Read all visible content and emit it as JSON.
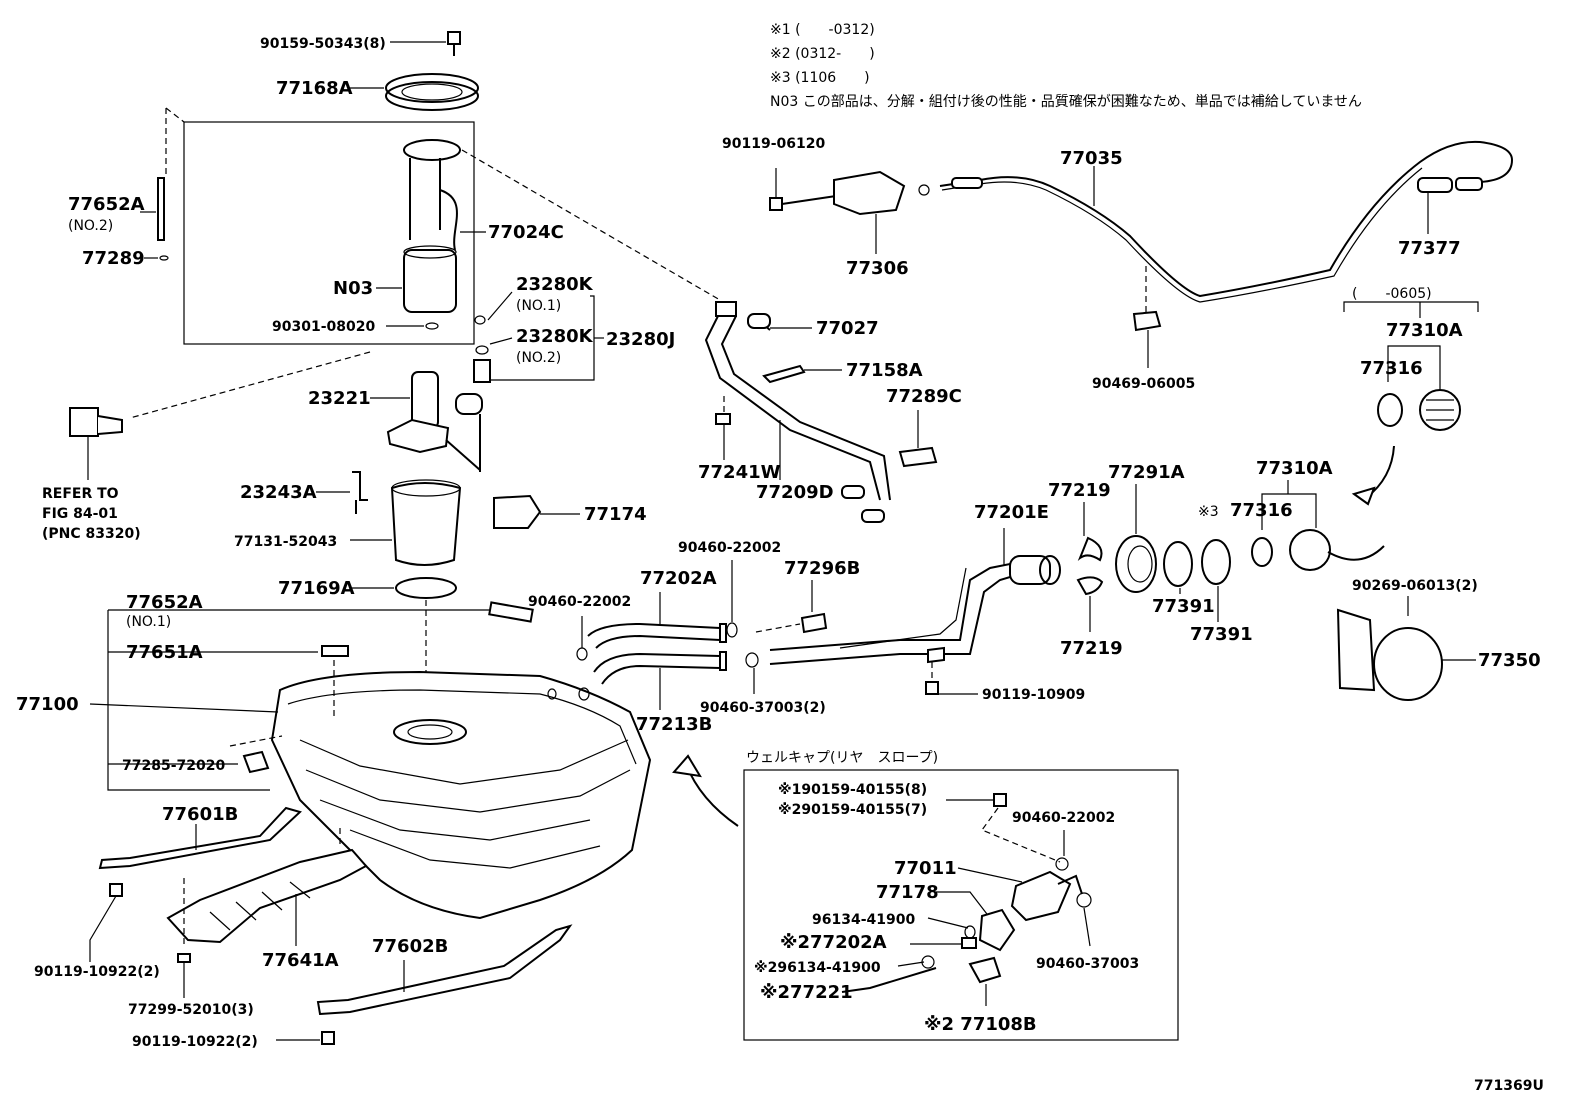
{
  "notes": {
    "n1": "※1 (　　-0312)",
    "n2": "※2 (0312-　　)",
    "n3": "※3 (1106　　)",
    "n4": "N03 この部品は、分解・組付け後の性能・品質確保が困難なため、単品では補給していません"
  },
  "labels": {
    "p90159_50343": "90159-50343(8)",
    "p77168A": "77168A",
    "p77652A_no2": "77652A",
    "no2_a": "(NO.2)",
    "p77289": "77289",
    "p77024C": "77024C",
    "pN03": "N03",
    "p90301_08020": "90301-08020",
    "p23280K_1": "23280K",
    "no1_a": "(NO.1)",
    "p23280K_2": "23280K",
    "no2_b": "(NO.2)",
    "p23280J": "23280J",
    "p23221": "23221",
    "refer1": "REFER TO",
    "refer2": "FIG 84-01",
    "refer3": "(PNC 83320)",
    "p23243A": "23243A",
    "p77174": "77174",
    "p77131_52043": "77131-52043",
    "p77169A": "77169A",
    "p77652A_no1": "77652A",
    "no1_b": "(NO.1)",
    "p77651A": "77651A",
    "p77100": "77100",
    "p77285_72020": "77285-72020",
    "p77601B": "77601B",
    "p90119_10922_a": "90119-10922(2)",
    "p77641A": "77641A",
    "p77299_52010": "77299-52010(3)",
    "p77602B": "77602B",
    "p90119_10922_b": "90119-10922(2)",
    "p90119_06120": "90119-06120",
    "p77306": "77306",
    "p77035": "77035",
    "p77377": "77377",
    "p77027": "77027",
    "p77158A": "77158A",
    "p77289C": "77289C",
    "p77241W": "77241W",
    "p77209D": "77209D",
    "p90469_06005": "90469-06005",
    "range_0605": "(　　-0605)",
    "p77310A_top": "77310A",
    "p77316_top": "77316",
    "p77310A_mid": "77310A",
    "p77316_mid": "77316",
    "mark3": "※3",
    "p90460_22002_a": "90460-22002",
    "p90460_22002_b": "90460-22002",
    "p77202A": "77202A",
    "p77296B": "77296B",
    "p77213B": "77213B",
    "p90460_37003_2": "90460-37003(2)",
    "p77201E": "77201E",
    "p77219_a": "77219",
    "p77219_b": "77219",
    "p77291A": "77291A",
    "p77391_a": "77391",
    "p77391_b": "77391",
    "p90119_10909": "90119-10909",
    "p90269_06013": "90269-06013(2)",
    "p77350": "77350",
    "inset_title": "ウェルキャプ(リヤ　スロープ)",
    "i_90159_40155_8": "※190159-40155(8)",
    "i_90159_40155_7": "※290159-40155(7)",
    "i_90460_22002": "90460-22002",
    "i_77011": "77011",
    "i_77178": "77178",
    "i_96134_41900": "96134-41900",
    "i_77202A": "※277202A",
    "i_96134_41900_2": "※296134-41900",
    "i_77221": "※277221",
    "i_90460_37003": "90460-37003",
    "i_77108B": "※2 77108B",
    "fig_id": "771369U"
  }
}
